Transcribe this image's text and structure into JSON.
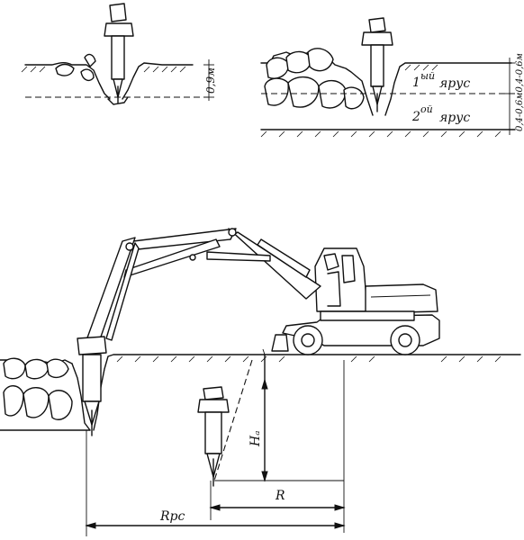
{
  "labels": {
    "depth_single": "0,9м",
    "tier_first_num": "1",
    "tier_first_suffix": "ый",
    "tier_first_word": "ярус",
    "tier_second_num": "2",
    "tier_second_suffix": "ой",
    "tier_second_word": "ярус",
    "tier_depths": "0,4-0,6м0,4-0,6м",
    "height_label": "Hₐ",
    "radius_label": "R",
    "work_radius_label": "Rрс"
  }
}
